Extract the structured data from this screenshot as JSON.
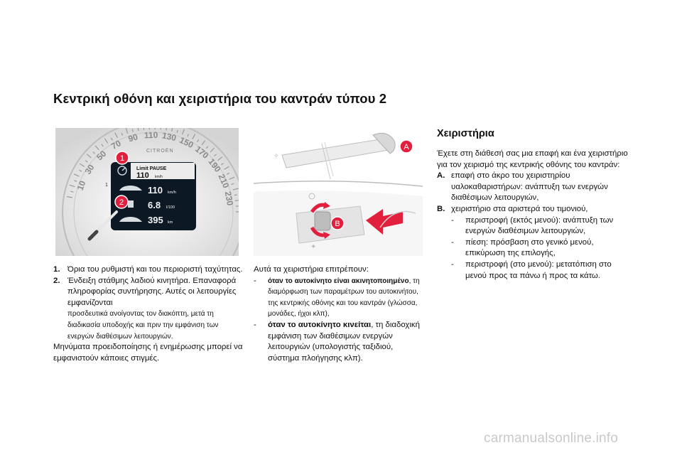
{
  "page_title": "Κεντρική οθόνη και χειριστήρια του καντράν τύπου 2",
  "figure_cluster": {
    "brand": "CITROËN",
    "limit_label": "Limit PAUSE",
    "limit_speed": "110",
    "limit_unit": "km/h",
    "speed_value": "110",
    "speed_unit": "km/h",
    "consumption_value": "6.8",
    "consumption_unit": "l/100",
    "range_value": "395",
    "range_unit": "km",
    "marker_1": "1",
    "marker_2": "2",
    "scale": [
      "10",
      "30",
      "50",
      "70",
      "90",
      "110",
      "130",
      "150",
      "170",
      "190",
      "210",
      "230"
    ],
    "colors": {
      "marker": "#e2203e",
      "screen": "#0c1824",
      "needle": "#d9d9d9"
    }
  },
  "figure_stalks": {
    "marker_a": "A",
    "marker_b": "B"
  },
  "left_column": {
    "items": [
      {
        "num": "1.",
        "text": "Όρια του ρυθμιστή και του περιοριστή ταχύτητας."
      },
      {
        "num": "2.",
        "text": "Ένδειξη στάθμης λαδιού κινητήρα. Επαναφορά πληροφορίας συντήρησης. Αυτές οι λειτουργίες εμφανίζονται",
        "small": "προσδευτικά ανοίγοντας τον διακόπτη, μετά τη διαδικασία υποδοχής και πριν την εμφάνιση των ενεργών διαθέσιμων λειτουργιών."
      }
    ],
    "note": "Μηνύματα προειδοποίησης ή ενημέρωσης μπορεί να εμφανιστούν κάποιες στιγμές."
  },
  "middle_column": {
    "intro": "Αυτά τα χειριστήρια επιτρέπουν:",
    "items": [
      {
        "dash": "-",
        "bold": "όταν το αυτοκίνητο είναι ακινητοποιημένο",
        "text": ", τη διαμόρφωση των παραμέτρων του αυτοκινήτου, της κεντρικής οθόνης και του καντράν (γλώσσα, μονάδες, ήχοι κλπ),"
      },
      {
        "dash": "-",
        "bold": "όταν το αυτοκίνητο κινείται",
        "text": ", τη διαδοχική εμφάνιση των διαθέσιμων ενεργών λειτουργιών (υπολογιστής ταξιδιού, σύστημα πλοήγησης κλπ)."
      }
    ]
  },
  "right_column": {
    "title": "Χειριστήρια",
    "intro": "Έχετε στη διάθεσή σας μια επαφή και ένα χειριστήριο για τον χειρισμό της κεντρικής οθόνης του καντράν:",
    "items": [
      {
        "num": "A.",
        "text": "επαφή στο άκρο του χειριστηρίου υαλοκαθαριστήρων: ανάπτυξη των ενεργών διαθέσιμων λειτουργιών,"
      },
      {
        "num": "B.",
        "text": "χειριστήριο στα αριστερά του τιμονιού,",
        "subs": [
          {
            "dash": "-",
            "text": "περιστροφή (εκτός μενού): ανάπτυξη των ενεργών διαθέσιμων λειτουργιών,"
          },
          {
            "dash": "-",
            "text": "πίεση: πρόσβαση στο γενικό μενού, επικύρωση της επιλογής,"
          },
          {
            "dash": "-",
            "text": "περιστροφή (στο μενού): μετατόπιση στο μενού προς τα πάνω ή προς τα κάτω."
          }
        ]
      }
    ]
  },
  "watermark": "carmanualsonline.info"
}
